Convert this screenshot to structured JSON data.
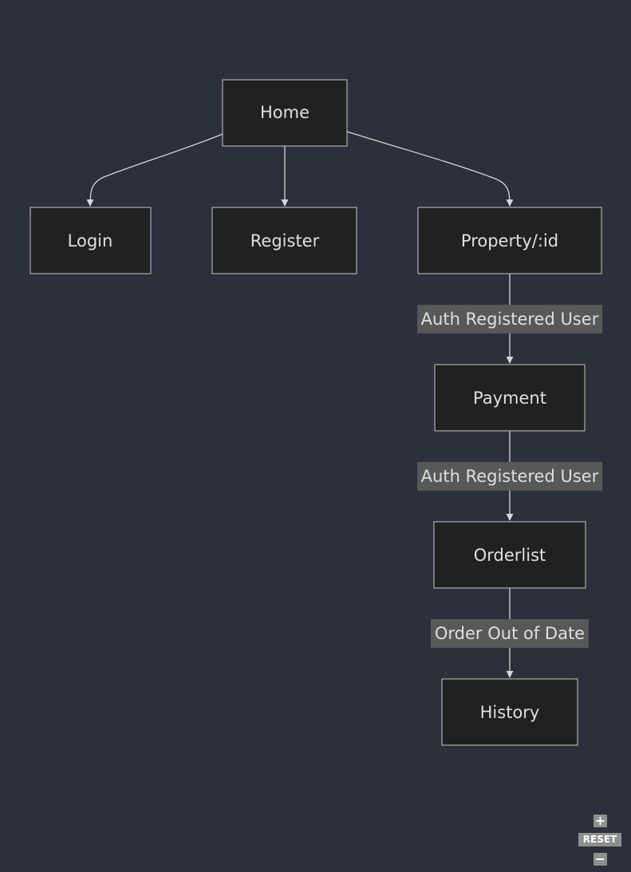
{
  "diagram": {
    "nodes": {
      "home": "Home",
      "login": "Login",
      "register": "Register",
      "property": "Property/:id",
      "payment": "Payment",
      "orderlist": "Orderlist",
      "history": "History"
    },
    "edges": [
      {
        "from": "Home",
        "to": "Login",
        "label": ""
      },
      {
        "from": "Home",
        "to": "Register",
        "label": ""
      },
      {
        "from": "Home",
        "to": "Property/:id",
        "label": ""
      },
      {
        "from": "Property/:id",
        "to": "Payment",
        "label": "Auth Registered User"
      },
      {
        "from": "Payment",
        "to": "Orderlist",
        "label": "Auth Registered User"
      },
      {
        "from": "Orderlist",
        "to": "History",
        "label": "Order Out of Date"
      }
    ],
    "colors": {
      "background": "#2b303b",
      "node_fill": "#202121",
      "node_stroke": "#c7c7c7",
      "edge_stroke": "#d6d6d6",
      "label_background": "#585858",
      "text": "#e0dfdf"
    }
  },
  "zoom_controls": {
    "zoom_in": "+",
    "reset": "RESET",
    "zoom_out": "−"
  }
}
